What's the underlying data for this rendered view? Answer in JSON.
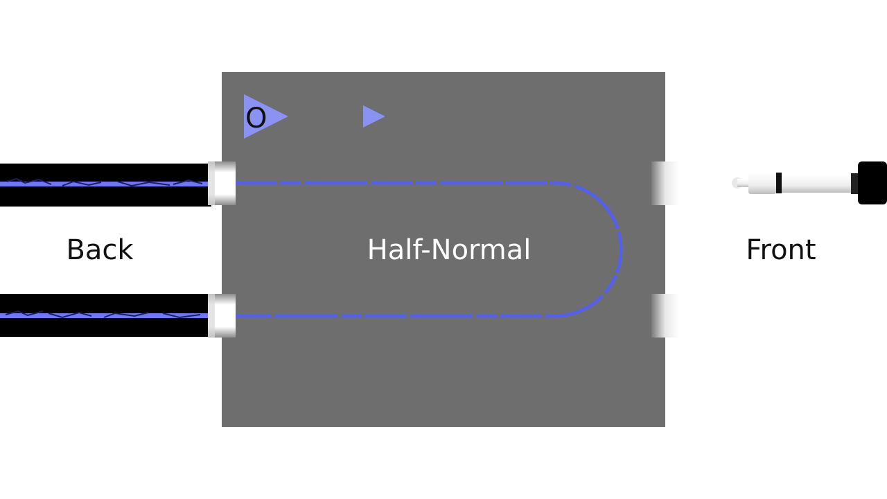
{
  "labels": {
    "back": "Back",
    "front": "Front",
    "mode": "Half-Normal",
    "indicator": "O"
  },
  "colors": {
    "panel": "#6e6e6e",
    "signal": "#5560e8",
    "indicator": "#8a93f2",
    "cable": "#000000",
    "label_dark": "#111111",
    "label_light": "#ffffff"
  },
  "icons": [
    "play-triangle-icon",
    "play-triangle-icon",
    "phone-plug-icon"
  ]
}
